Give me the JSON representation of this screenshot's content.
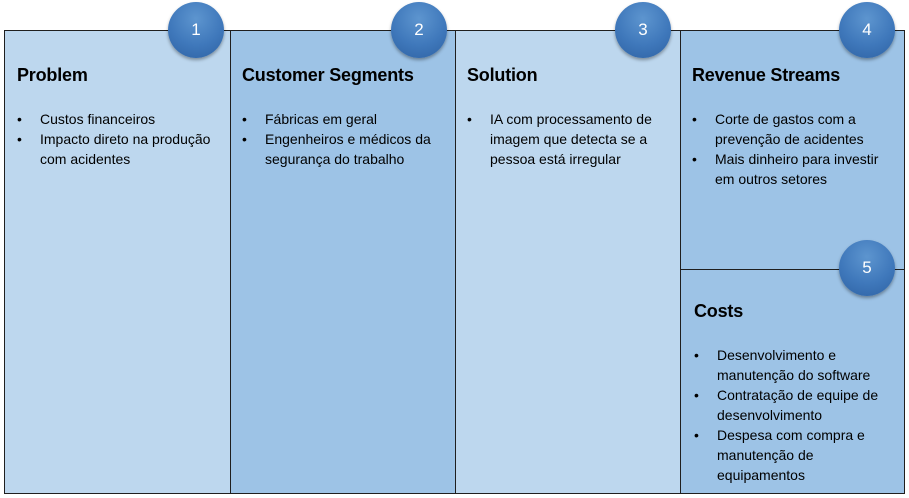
{
  "blocks": [
    {
      "number": "1",
      "title": "Problem",
      "items": [
        "Custos financeiros",
        "Impacto direto na produção com acidentes"
      ]
    },
    {
      "number": "2",
      "title": "Customer Segments",
      "items": [
        "Fábricas em geral",
        "Engenheiros e médicos da segurança do trabalho"
      ]
    },
    {
      "number": "3",
      "title": "Solution",
      "items": [
        "IA com processamento de imagem que detecta se a pessoa está irregular"
      ]
    },
    {
      "number": "4",
      "title": "Revenue Streams",
      "items": [
        "Corte de gastos com a prevenção de acidentes",
        "Mais dinheiro para investir em outros setores"
      ]
    },
    {
      "number": "5",
      "title": "Costs",
      "items": [
        "Desenvolvimento e manutenção do software",
        "Contratação de equipe de desenvolvimento",
        "Despesa com compra e manutenção de equipamentos"
      ]
    }
  ],
  "colors": {
    "panel_light": "#bdd7ee",
    "panel_mid": "#9dc3e6",
    "badge": "#3f78bb",
    "border": "#1f1f1f"
  }
}
